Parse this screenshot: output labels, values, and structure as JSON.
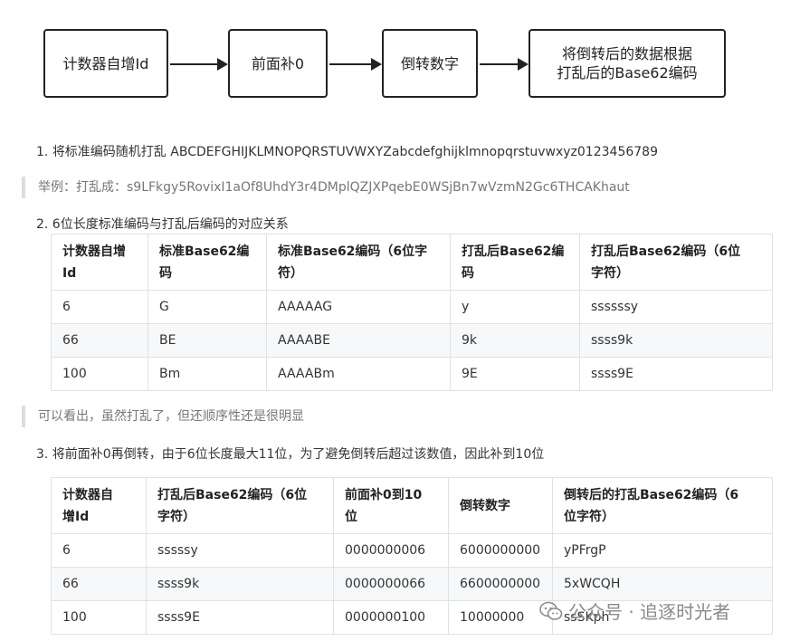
{
  "flow": {
    "boxes": [
      "计数器自增Id",
      "前面补0",
      "倒转数字",
      "将倒转后的数据根据",
      "打乱后的Base62编码"
    ]
  },
  "step1": "1. 将标准编码随机打乱 ABCDEFGHIJKLMNOPQRSTUVWXYZabcdefghijklmnopqrstuvwxyz0123456789",
  "quote1": "举例：打乱成：s9LFkgy5RovixI1aOf8UhdY3r4DMplQZJXPqebE0WSjBn7wVzmN2Gc6THCAKhaut",
  "step2": "2. 6位长度标准编码与打乱后编码的对应关系",
  "table1": {
    "headers": [
      [
        "计数器自增",
        "Id"
      ],
      [
        "标准Base62编",
        "码"
      ],
      [
        "标准Base62编码（6位字",
        "符）"
      ],
      [
        "打乱后Base62编",
        "码"
      ],
      [
        "打乱后Base62编码（6位",
        "字符）"
      ]
    ],
    "rows": [
      [
        "6",
        "G",
        "AAAAAG",
        "y",
        "ssssssy"
      ],
      [
        "66",
        "BE",
        "AAAABE",
        "9k",
        "ssss9k"
      ],
      [
        "100",
        "Bm",
        "AAAABm",
        "9E",
        "ssss9E"
      ]
    ]
  },
  "quote2": "可以看出，虽然打乱了，但还顺序性还是很明显",
  "step3": "3. 将前面补0再倒转，由于6位长度最大11位，为了避免倒转后超过该数值，因此补到10位",
  "table2": {
    "headers": [
      [
        "计数器自",
        "增Id"
      ],
      [
        "打乱后Base62编码（6位",
        "字符）"
      ],
      [
        "前面补0到10",
        "位"
      ],
      [
        "倒转数字",
        ""
      ],
      [
        "倒转后的打乱Base62编码（6",
        "位字符）"
      ]
    ],
    "rows": [
      [
        "6",
        "sssssy",
        "0000000006",
        "6000000000",
        "yPFrgP"
      ],
      [
        "66",
        "ssss9k",
        "0000000066",
        "6600000000",
        "5xWCQH"
      ],
      [
        "100",
        "ssss9E",
        "0000000100",
        "10000000",
        "ssSKph"
      ]
    ]
  },
  "watermark": "公众号 · 追逐时光者"
}
